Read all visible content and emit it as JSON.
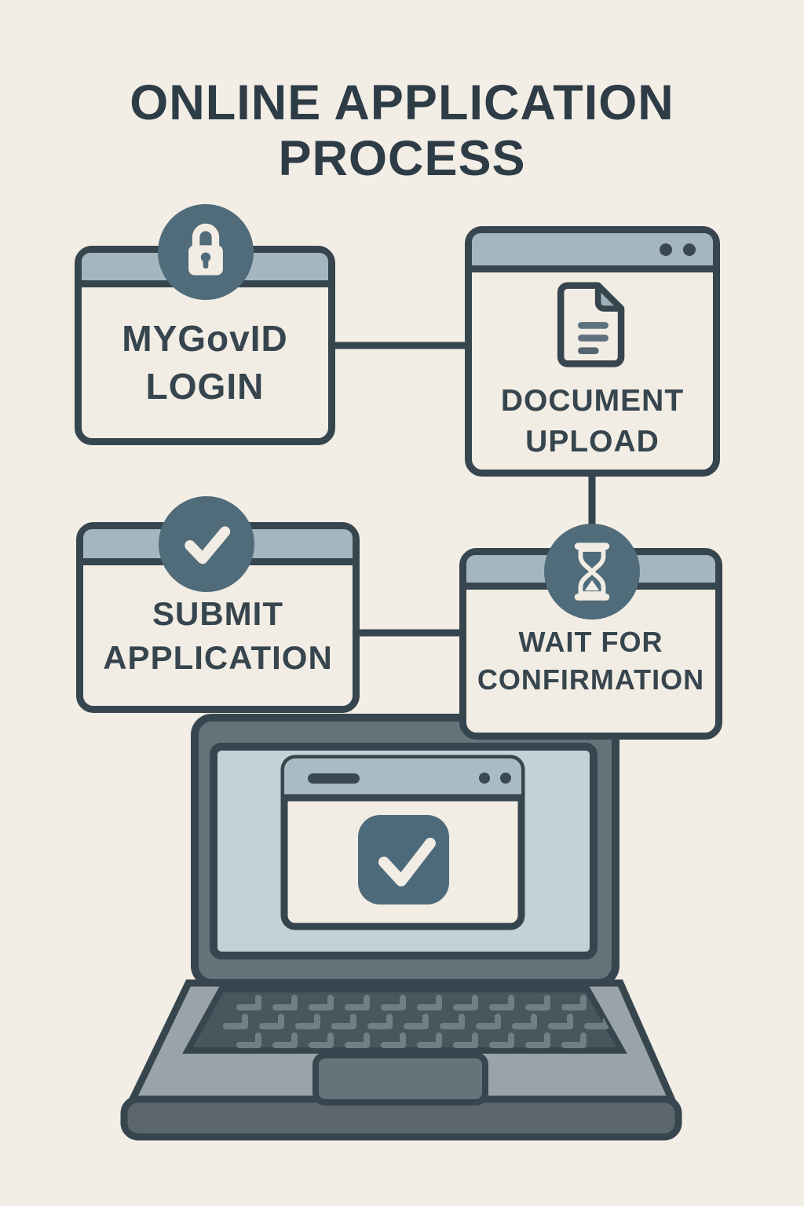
{
  "title": "ONLINE APPLICATION PROCESS",
  "steps": [
    {
      "id": "mygovid-login",
      "label": "MYGovID LOGIN",
      "icon": "lock-icon"
    },
    {
      "id": "document-upload",
      "label": "DOCUMENT UPLOAD",
      "icon": "document-icon"
    },
    {
      "id": "submit-application",
      "label": "SUBMIT APPLICATION",
      "icon": "checkmark-icon"
    },
    {
      "id": "wait-for-confirmation",
      "label": "WAIT FOR CONFIRMATION",
      "icon": "hourglass-icon"
    }
  ],
  "laptop": {
    "screen_icon": "checkmark-icon"
  },
  "colors": {
    "background": "#f2eee6",
    "box_fill": "#f2ede4",
    "outline": "#36454e",
    "title_text": "#2e3c46",
    "header_bar": "#a4b6bf",
    "badge_circle": "#506b79",
    "icon_cream": "#f2ede4",
    "laptop_lid": "#66727a",
    "laptop_screen": "#c4d1d6",
    "browser_header": "#a9bbc3",
    "check_badge": "#4d6a7b",
    "laptop_base": "#99a3a8",
    "keyboard": "#49565e",
    "key_glyph": "#727e85",
    "trackpad": "#67737a",
    "base_strip": "#5b666d",
    "dot": "#394851"
  }
}
